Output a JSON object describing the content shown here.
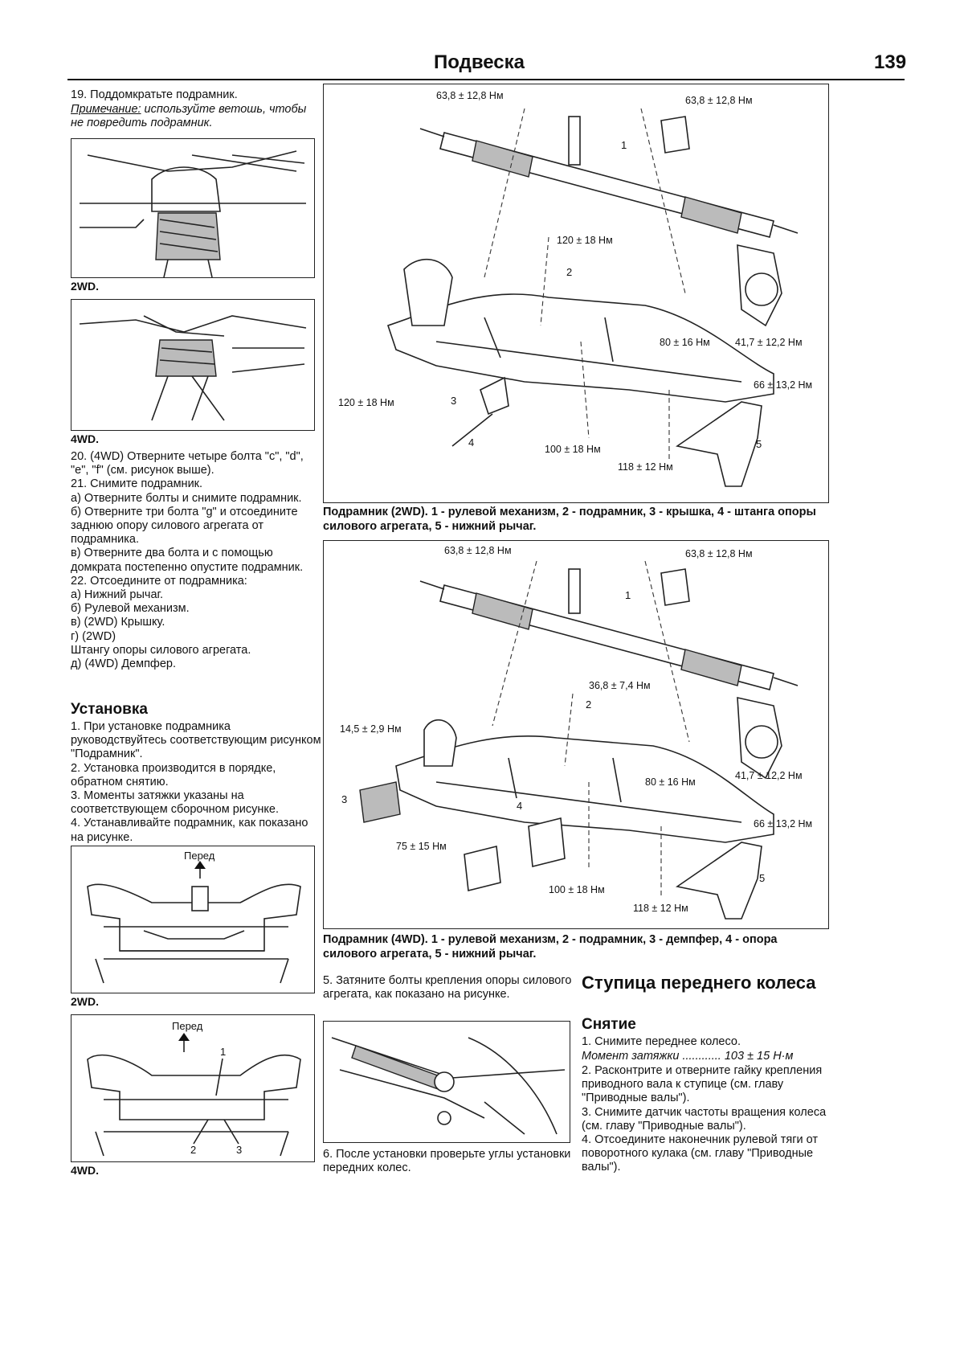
{
  "header": {
    "title": "Подвеска",
    "page_number": "139"
  },
  "left": {
    "step19": "19. Поддомкратьте подрамник.",
    "note_label": "Примечание:",
    "note_text": " используйте ветошь, чтобы не повредить подрамник.",
    "fig1_label": "2WD.",
    "fig2_label": "4WD.",
    "steps_text": "20. (4WD) Отверните четыре болта \"c\", \"d\", \"e\", \"f\" (см. рисунок выше).\n21. Снимите подрамник.\n   а) Отверните болты и снимите подрамник.\n   б) Отверните три болта \"g\" и отсоедините заднюю опору силового агрегата от подрамника.\n   в) Отверните два болта и с помощью домкрата постепенно опустите подрамник.\n22. Отсоедините от подрамника:\n   а) Нижний рычаг.\n   б) Рулевой механизм.\n   в) (2WD) Крышку.\n   г) (2WD)\n   Штангу опоры силового агрегата.\n   д) (4WD) Демпфер.",
    "install_heading": "Установка",
    "install_text": "1. При установке подрамника руководствуйтесь соответствующим рисунком \"Подрамник\".\n2. Установка производится в порядке, обратном снятию.\n3. Моменты затяжки указаны на соответствующем сборочном рисунке.\n4. Устанавливайте подрамник, как показано на рисунке.",
    "fig3_front": "Перед",
    "fig3_label": "2WD.",
    "fig4_front": "Перед",
    "fig4_label": "4WD."
  },
  "right": {
    "diagram1": {
      "torques": [
        "63,8 ± 12,8 Нм",
        "63,8 ± 12,8 Нм",
        "120 ± 18 Нм",
        "41,7 ± 12,2 Нм",
        "80 ± 16 Нм",
        "66 ± 13,2 Нм",
        "120 ± 18 Нм",
        "100 ± 18 Нм",
        "118 ± 12 Нм"
      ],
      "parts": [
        "1",
        "2",
        "3",
        "4",
        "5"
      ],
      "caption": "Подрамник (2WD). 1 - рулевой механизм, 2 - подрамник, 3 - крышка, 4 - штанга опоры силового агрегата, 5 - нижний рычаг."
    },
    "diagram2": {
      "torques": [
        "63,8 ± 12,8 Нм",
        "63,8 ± 12,8 Нм",
        "36,8 ± 7,4 Нм",
        "14,5 ± 2,9 Нм",
        "41,7 ± 12,2 Нм",
        "80 ± 16 Нм",
        "66 ± 13,2 Нм",
        "75 ± 15 Нм",
        "100 ± 18 Нм",
        "118 ± 12 Нм"
      ],
      "parts": [
        "1",
        "2",
        "3",
        "4",
        "5"
      ],
      "caption": "Подрамник (4WD). 1 - рулевой механизм, 2 - подрамник, 3 - демпфер, 4 - опора силового агрегата, 5 - нижний рычаг."
    },
    "step5": "5. Затяните болты крепления опоры силового агрегата, как показано на рисунке.",
    "step6": "6. После установки проверьте углы установки передних колес.",
    "hub_heading": "Ступица переднего колеса",
    "removal_heading": "Снятие",
    "removal_step1": "1. Снимите переднее колесо.",
    "torque_label": "Момент затяжки",
    "torque_dots": "............",
    "torque_value": "103 ± 15 Н·м",
    "removal_steps": "2. Расконтрите и отверните гайку крепления приводного вала к ступице (см. главу \"Приводные валы\").\n3. Снимите датчик частоты вращения колеса (см. главу \"Приводные валы\").\n4. Отсоедините наконечник рулевой тяги от поворотного кулака (см. главу \"Приводные валы\")."
  },
  "icons": [
    "up-arrow-icon"
  ]
}
